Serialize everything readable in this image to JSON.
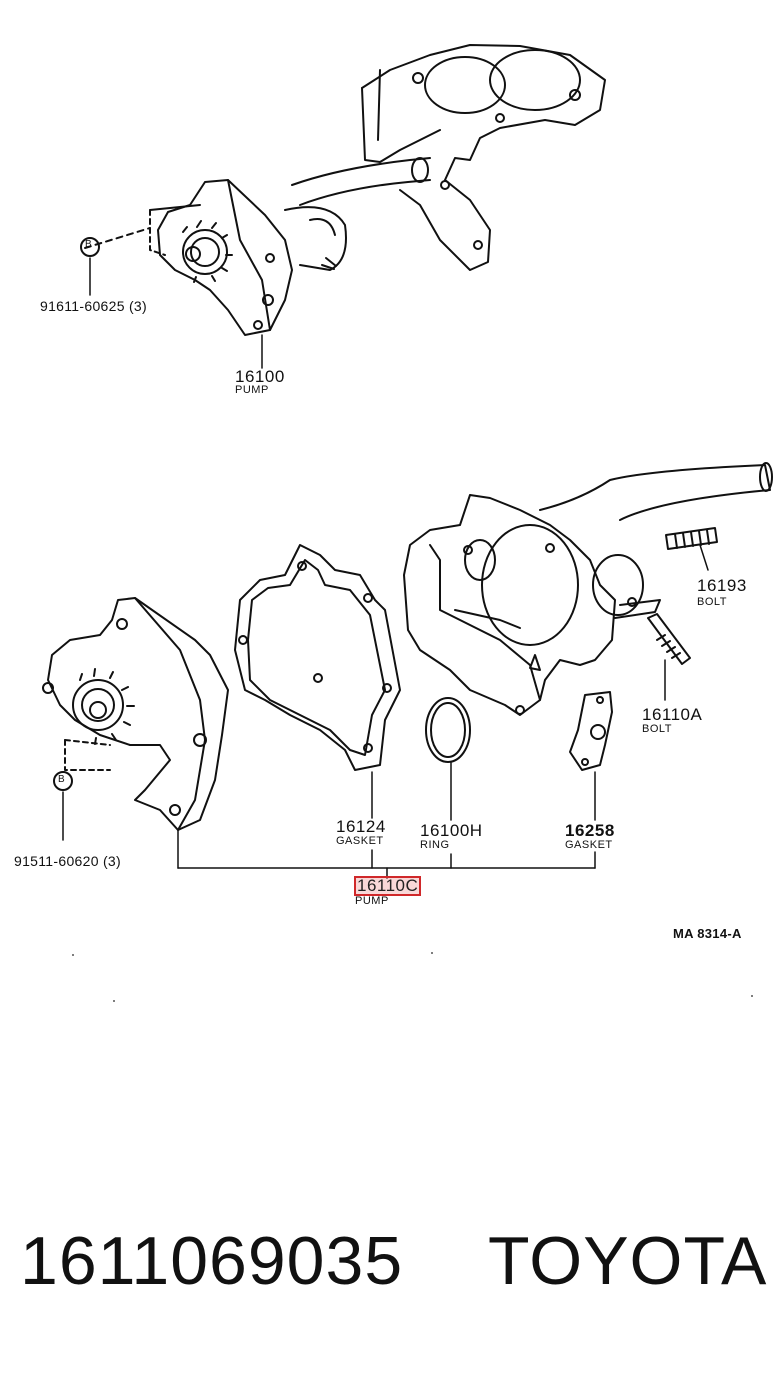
{
  "top_assembly": {
    "bolt_ref": "91611-60625 (3)",
    "bolt_marker": "B",
    "pump_num": "16100",
    "pump_caption": "PUMP"
  },
  "bottom_assembly": {
    "bolt_ref": "91511-60620 (3)",
    "bolt_marker": "B",
    "gasket_num": "16124",
    "gasket_caption": "GASKET",
    "ring_num": "16100H",
    "ring_caption": "RING",
    "gasket2_num": "16258",
    "gasket2_caption": "GASKET",
    "bolt1_num": "16193",
    "bolt1_caption": "BOLT",
    "bolt2_num": "16110A",
    "bolt2_caption": "BOLT",
    "pump_num": "16110C",
    "pump_caption": "PUMP"
  },
  "diagram_code": "MA 8314-A",
  "footer": {
    "part_number": "1611069035",
    "brand": "TOYOTA"
  },
  "colors": {
    "highlight": "#d0282a",
    "line": "#111111"
  }
}
